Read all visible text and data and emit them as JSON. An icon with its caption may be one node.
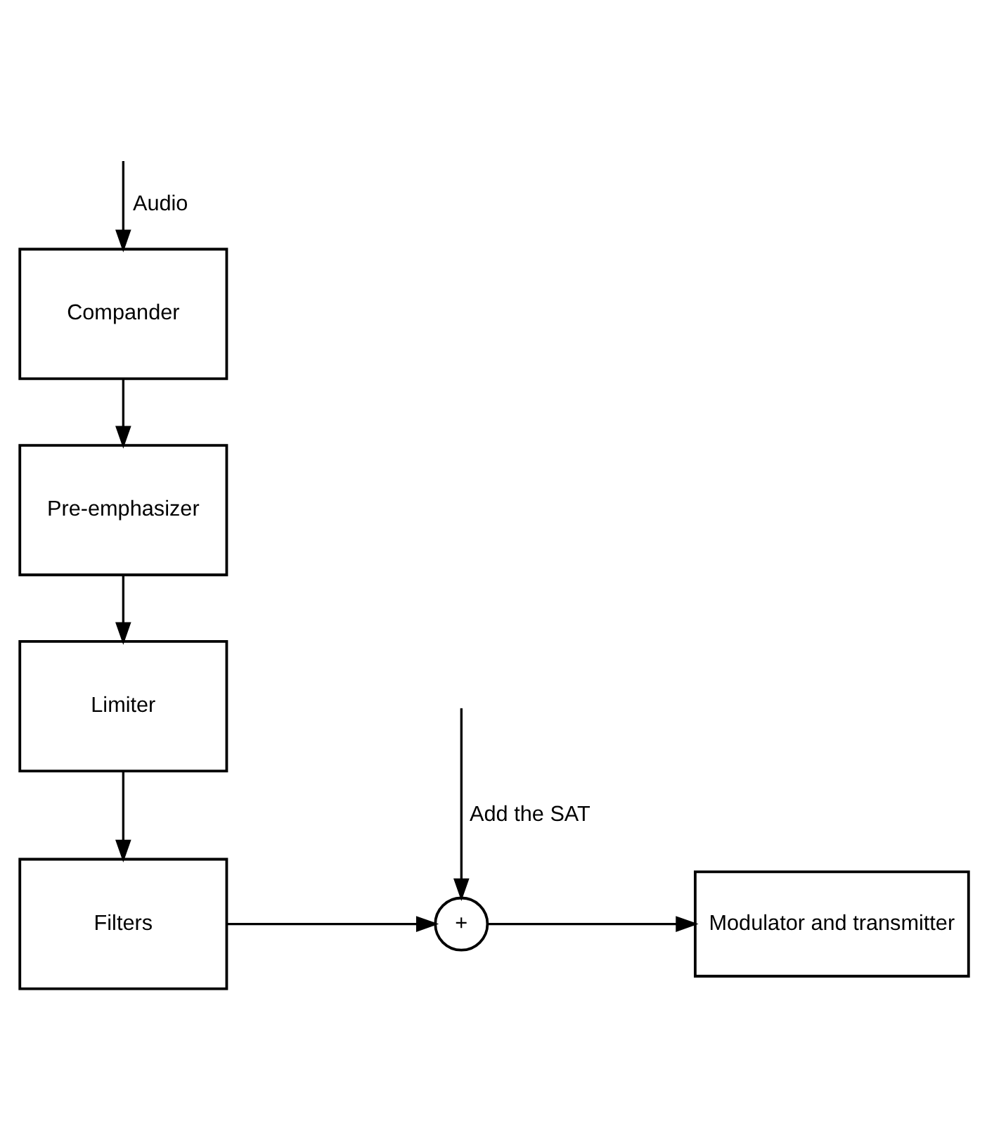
{
  "diagram": {
    "nodes": [
      {
        "text": [
          "Compander"
        ]
      },
      {
        "text": [
          "Pre-emphasizer"
        ]
      },
      {
        "text": [
          "Limiter"
        ]
      },
      {
        "text": [
          "Filters"
        ]
      },
      {
        "text": [
          "+"
        ]
      },
      {
        "text": [
          "Modulator and transmitter"
        ]
      }
    ],
    "edges": [
      {
        "from": null,
        "to": 0,
        "arrow": "to",
        "label": "Audio"
      },
      {
        "from": 0,
        "to": 1,
        "arrow": "to"
      },
      {
        "from": 1,
        "to": 2,
        "arrow": "to"
      },
      {
        "from": 2,
        "to": 3,
        "arrow": "to"
      },
      {
        "from": 3,
        "to": 4,
        "arrow": "to"
      },
      {
        "from": null,
        "to": 4,
        "arrow": "to",
        "label": "Add the SAT"
      },
      {
        "from": 4,
        "to": 5,
        "arrow": "to"
      }
    ]
  }
}
